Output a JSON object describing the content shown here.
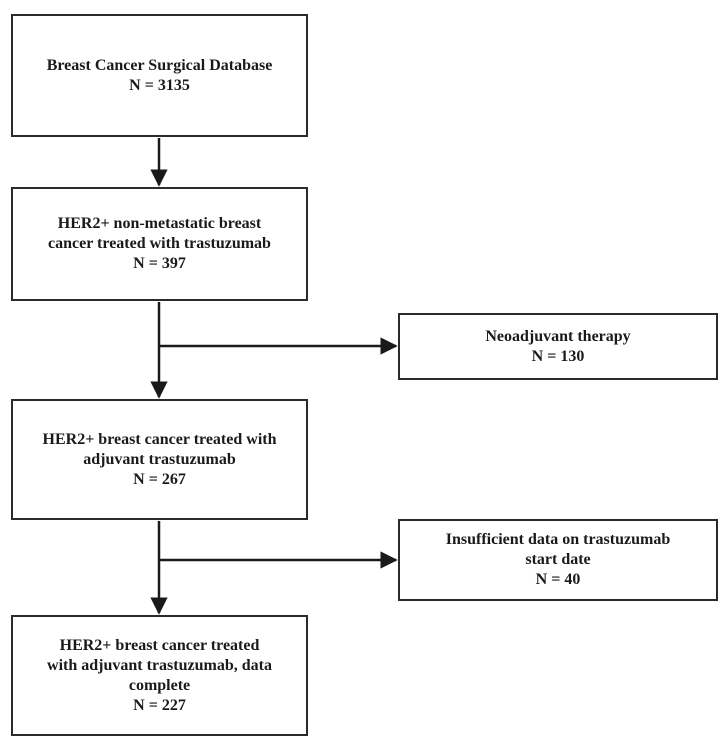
{
  "boxes": {
    "database": {
      "lines": [
        "Breast Cancer Surgical Database",
        "N = 3135"
      ]
    },
    "her2_nonmetastatic": {
      "lines": [
        "HER2+ non-metastatic breast",
        "cancer treated with trastuzumab",
        "N = 397"
      ]
    },
    "neoadjuvant": {
      "lines": [
        "Neoadjuvant therapy",
        "N = 130"
      ]
    },
    "adjuvant": {
      "lines": [
        "HER2+ breast cancer treated with",
        "adjuvant trastuzumab",
        "N = 267"
      ]
    },
    "insufficient": {
      "lines": [
        "Insufficient data on trastuzumab",
        "start date",
        "N = 40"
      ]
    },
    "final": {
      "lines": [
        "HER2+ breast cancer treated",
        "with adjuvant trastuzumab, data",
        "complete",
        "N = 227"
      ]
    }
  },
  "colors": {
    "border": "#2b2b2b",
    "text": "#1a1a1a",
    "arrow": "#1a1a1a"
  }
}
